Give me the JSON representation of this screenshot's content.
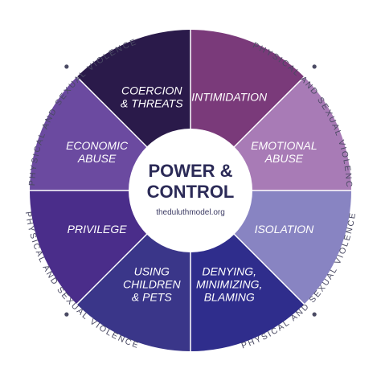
{
  "wheel": {
    "ring_text": "PHYSICAL AND SEXUAL VIOLENCE",
    "center": {
      "title_line1": "POWER &",
      "title_line2": "CONTROL",
      "url": "theduluthmodel.org"
    },
    "segments": [
      {
        "id": "intimidation",
        "lines": [
          "INTIMIDATION"
        ],
        "color": "#7a3a7a"
      },
      {
        "id": "emotional-abuse",
        "lines": [
          "EMOTIONAL",
          "ABUSE"
        ],
        "color": "#a87bb6"
      },
      {
        "id": "isolation",
        "lines": [
          "ISOLATION"
        ],
        "color": "#8884c2"
      },
      {
        "id": "denying-minimizing-blaming",
        "lines": [
          "DENYING,",
          "MINIMIZING,",
          "BLAMING"
        ],
        "color": "#2f2d8c"
      },
      {
        "id": "using-children-pets",
        "lines": [
          "USING",
          "CHILDREN",
          "& PETS"
        ],
        "color": "#3a3689"
      },
      {
        "id": "privilege",
        "lines": [
          "PRIVILEGE"
        ],
        "color": "#4a2d8a"
      },
      {
        "id": "economic-abuse",
        "lines": [
          "ECONOMIC",
          "ABUSE"
        ],
        "color": "#6b4aa0"
      },
      {
        "id": "coercion-threats",
        "lines": [
          "COERCION",
          "& THREATS"
        ],
        "color": "#2a1a4a"
      }
    ]
  },
  "colors": {
    "separator": "#ffffff",
    "hub": "#ffffff",
    "ring_dot": "#4a4a63"
  }
}
